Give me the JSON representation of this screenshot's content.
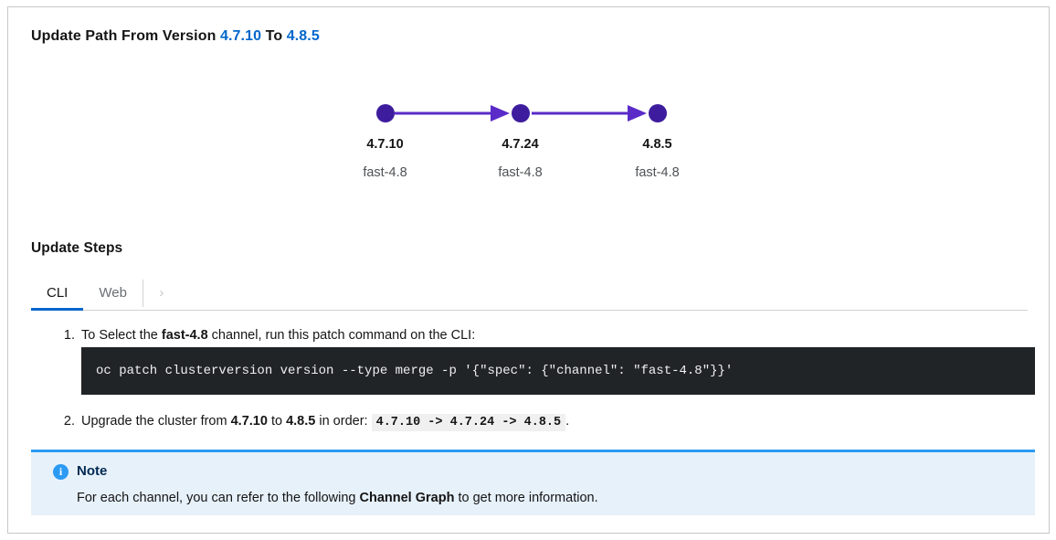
{
  "card": {
    "title": {
      "prefix": "Update Path From Version",
      "from_version": "4.7.10",
      "joiner": "To",
      "to_version": "4.8.5"
    },
    "graph": {
      "nodes": [
        {
          "version": "4.7.10",
          "channel": "fast-4.8"
        },
        {
          "version": "4.7.24",
          "channel": "fast-4.8"
        },
        {
          "version": "4.8.5",
          "channel": "fast-4.8"
        }
      ],
      "node_color": "#3d1d9e",
      "edge_color": "#5a2bc9"
    },
    "steps_heading": "Update Steps",
    "tabs": {
      "items": [
        {
          "label": "CLI",
          "active": true
        },
        {
          "label": "Web",
          "active": false
        }
      ],
      "scroll_next_icon": "›",
      "active_color": "#0066cc"
    },
    "steps": [
      {
        "number": "1.",
        "text_before": "To Select the ",
        "bold": "fast-4.8",
        "text_after": " channel, run this patch command on the CLI:",
        "code": "oc patch clusterversion version --type merge -p '{\"spec\": {\"channel\": \"fast-4.8\"}}'"
      },
      {
        "number": "2.",
        "text_before": "Upgrade the cluster from ",
        "bold_from": "4.7.10",
        "text_mid": " to ",
        "bold_to": "4.8.5",
        "text_after": " in order: ",
        "inline_code": "4.7.10 -> 4.7.24 -> 4.8.5",
        "text_end": "."
      }
    ],
    "note": {
      "icon": "info-icon",
      "icon_glyph": "i",
      "title": "Note",
      "body_before": "For each channel, you can refer to the following ",
      "body_bold": "Channel Graph",
      "body_after": " to get more information.",
      "accent_color": "#2b9af3"
    }
  }
}
